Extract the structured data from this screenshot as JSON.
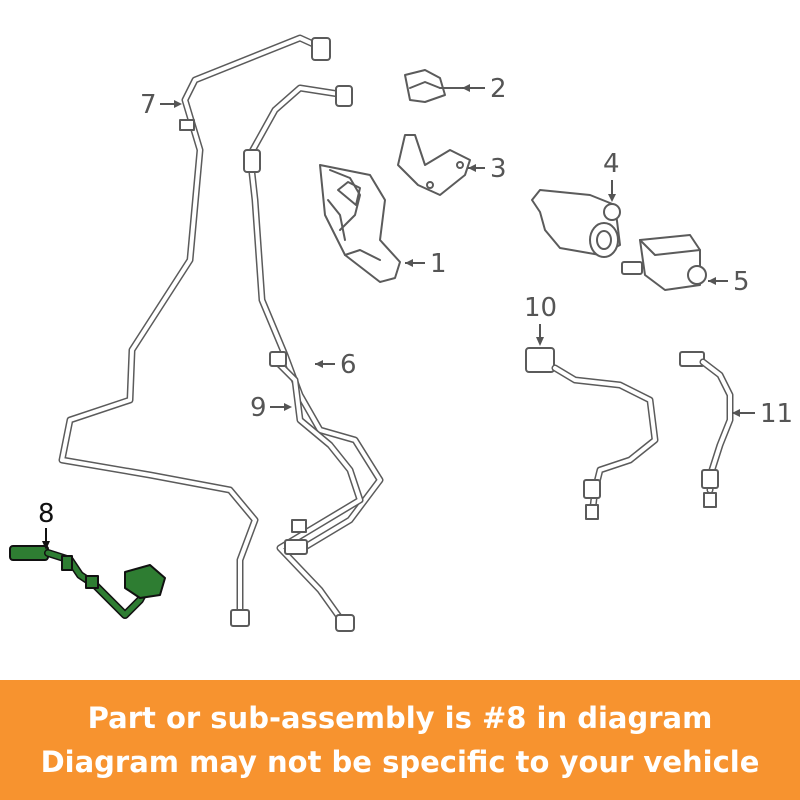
{
  "diagram": {
    "highlight_color": "#2e7d32",
    "callouts": [
      {
        "id": "1",
        "text": "1"
      },
      {
        "id": "2",
        "text": "2"
      },
      {
        "id": "3",
        "text": "3"
      },
      {
        "id": "4",
        "text": "4"
      },
      {
        "id": "5",
        "text": "5"
      },
      {
        "id": "6",
        "text": "6"
      },
      {
        "id": "7",
        "text": "7"
      },
      {
        "id": "8",
        "text": "8"
      },
      {
        "id": "9",
        "text": "9"
      },
      {
        "id": "10",
        "text": "10"
      },
      {
        "id": "11",
        "text": "11"
      }
    ]
  },
  "banner": {
    "background": "#f7932f",
    "line1": "Part or sub-assembly is #8 in diagram",
    "line2": "Diagram may not be specific to your vehicle"
  }
}
